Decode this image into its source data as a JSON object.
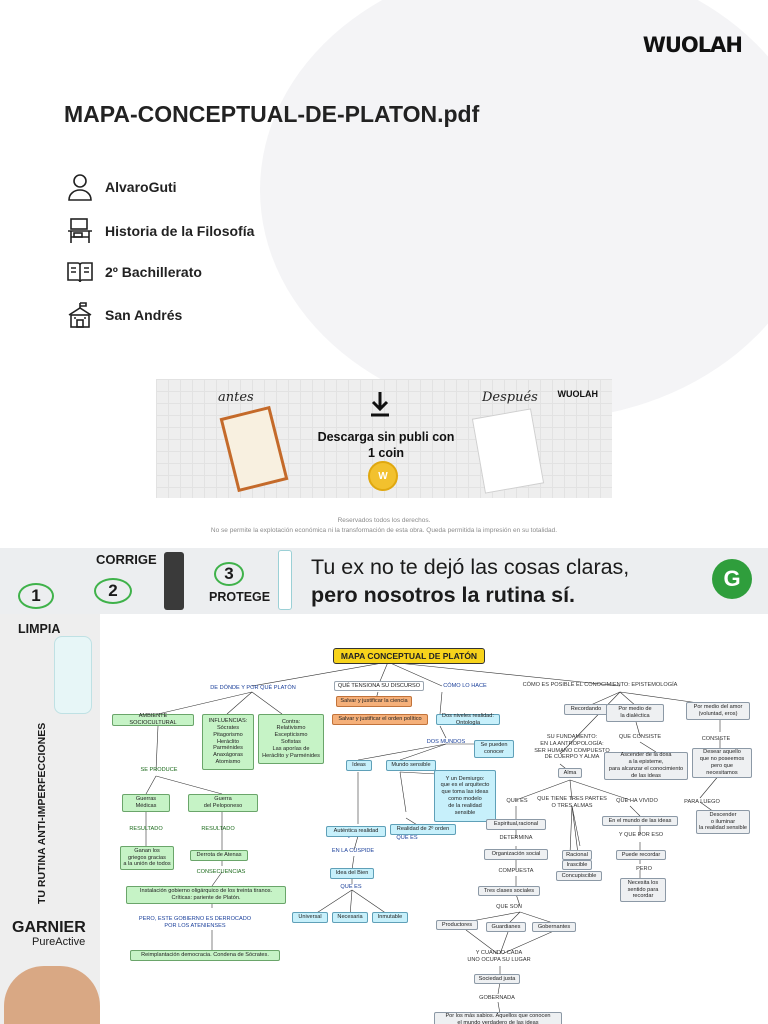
{
  "header": {
    "logo": "WUOLAH",
    "doc_title": "MAPA-CONCEPTUAL-DE-PLATON.pdf",
    "meta": [
      {
        "icon": "user-icon",
        "text": "AlvaroGuti"
      },
      {
        "icon": "desk-icon",
        "text": "Historia de la Filosofía"
      },
      {
        "icon": "book-icon",
        "text": "2º Bachillerato"
      },
      {
        "icon": "school-icon",
        "text": "San Andrés"
      }
    ]
  },
  "promo": {
    "before_label": "antes",
    "after_label": "Después",
    "message": "Descarga sin publi con 1 coin",
    "coin_label": "W",
    "logo": "WUOLAH"
  },
  "rights": {
    "line1": "Reservados todos los derechos.",
    "line2": "No se permite la explotación económica ni la transformación de esta obra. Queda permitida la impresión en su totalidad."
  },
  "ad": {
    "slogan_line1": "Tu ex no te dejó las cosas claras,",
    "slogan_line2": "pero nosotros la rutina sí.",
    "step1": "1",
    "step2": "2",
    "step3": "3",
    "corrige": "CORRIGE",
    "protege": "PROTEGE",
    "limpia": "LIMPIA",
    "vertical": "TU RUTINA ANTI-IMPERFECCIONES",
    "brand": "GARNIER",
    "line": "PureActive",
    "g_logo": "G"
  },
  "map": {
    "title": "MAPA CONCEPTUAL DE PLATÓN",
    "de_donde": "DE DÓNDE Y POR QUÉ PLATÓN",
    "tension": "QUÉ TENSIONA SU DISCURSO",
    "como_lo_hace": "CÓMO LO HACE",
    "epistemologia": "CÓMO ES POSIBLE EL CONOCIMIENTO: EPISTEMOLOGÍA",
    "ambiente": "AMBIENTE SOCIOCULTURAL",
    "influencias": "INFLUENCIAS:\nSócrates\nPitagorismo\nHeráclito\nParménides\nAnaxágoras\nAtomismo",
    "contra": "Contra:\nRelativismo\nEscepticismo\nSofistas\nLas aporías de\nHeráclito y Parménides",
    "salvar_ciencia": "Salvar y justificar la ciencia",
    "salvar_orden": "Salvar y justificar el orden político",
    "dos_niveles": "Dos niveles realidad: Ontología",
    "se_produce": "SE PRODUCE",
    "guerras_medicas": "Guerras\nMédicas",
    "guerra_peloponeso": "Guerra\ndel Peloponeso",
    "resultado1": "RESULTADO",
    "resultado2": "RESULTADO",
    "ganan": "Ganan los\ngriegos gracias\na la unión de todos",
    "derrota": "Derrota de Atenas",
    "consecuencias": "CONSECUENCIAS",
    "instalacion": "Instalación gobierno oligárquico de los treinta tiranos.\nCríticas: pariente de Platón.",
    "pero_gobierno": "PERO, ESTE GOBIERNO ES DERROCADO\nPOR LOS ATENIENSES",
    "reimplantacion": "Reimplantación democracia. Condena de Sócrates.",
    "dos_mundos": "DOS MUNDOS",
    "ideas": "Ideas",
    "mundo_sensible": "Mundo sensible",
    "se_pueden": "Se pueden\nconocer",
    "demiurgo": "Y un Demiurgo:\nque es el arquitecto\nque toma las ideas\ncomo modelo\nde la realidad\nsensible",
    "que_son1": "QUE SON",
    "que_es1": "QUE ES",
    "autentica": "Auténtica realidad",
    "realidad_2": "Realidad de 2º orden",
    "en_la_cuspide": "EN LA CÚSPIDE",
    "idea_bien": "Idea del Bien",
    "que_es2": "QUE ES",
    "universal": "Universal",
    "necesaria": "Necesaria",
    "inmutable": "Inmutable",
    "recordando": "Recordando",
    "dialectica": "Por medio de\nla dialéctica",
    "amor": "Por medio del amor\n(voluntad, eros)",
    "fundamento": "SU FUNDAMENTO:\nEN LA ANTROPOLOGÍA:\nSER HUMANO COMPUESTO\nDE CUERPO Y ALMA",
    "que_consiste": "QUE CONSISTE",
    "consiste": "CONSISTE",
    "ascender": "Ascender de la doxa\na la episteme,\npara alcanzar el conocimiento\nde las ideas",
    "desear": "Desear aquello\nque no poseemos\npero que\nnecesitamos",
    "alma": "Alma",
    "que_es3": "QUE ES",
    "tres_partes": "QUE TIENE TRES PARTES\nO TRES ALMAS",
    "que_ha_vivido": "QUE HA VIVIDO",
    "para_luego": "PARA LUEGO",
    "descender": "Descender\no iluminar\nla realidad sensible",
    "espiritual": "Espiritual,racional",
    "determina": "DETERMINA",
    "mundo_ideas": "En el mundo de las ideas",
    "por_eso": "Y QUE POR ESO",
    "organizacion": "Organización social",
    "racional": "Racional",
    "irascible": "Irascible",
    "concupiscible": "Concupiscible",
    "puede_recordar": "Puede recordar",
    "compuesta": "COMPUESTA",
    "pero": "PERO",
    "necesita": "Necesita los\nsentido para\nrecordar",
    "tres_clases": "Tres clases sociales",
    "que_son2": "QUE SON",
    "productores": "Productores",
    "guardianes": "Guardianes",
    "gobernantes": "Gobernantes",
    "cada_uno": "Y CUANDO CADA\nUNO OCUPA SU LUGAR",
    "sociedad_justa": "Sociedad justa",
    "gobernada": "GOBERNADA",
    "mas_sabios": "Por los más sabios. Aquellos que conocen\nel mundo verdadero de las ideas"
  }
}
